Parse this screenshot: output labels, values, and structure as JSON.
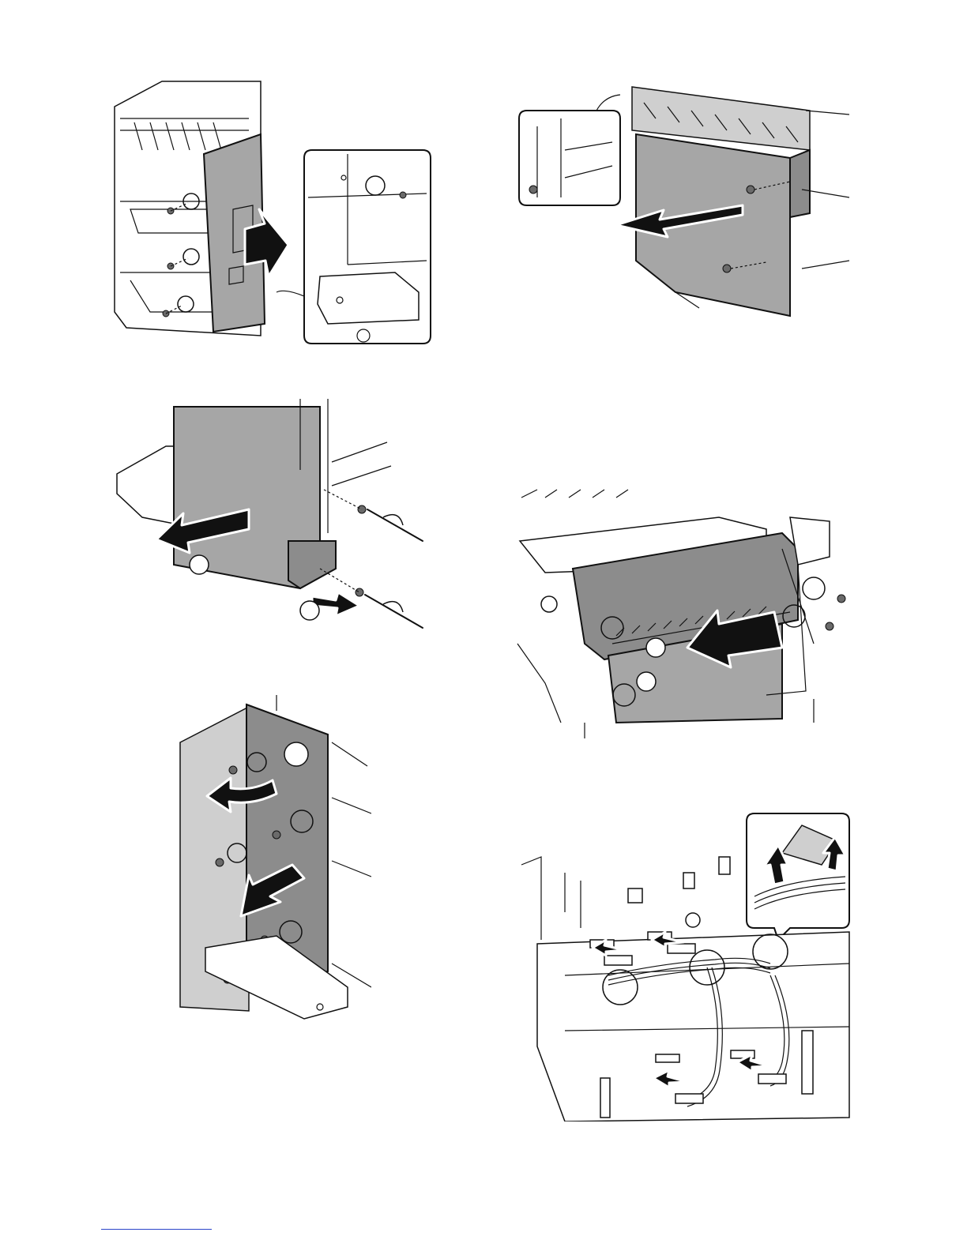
{
  "page": {
    "figures": [
      {
        "id": "fig-cabinet-side-cover",
        "icon": "cabinet-side-cover-removal-illustration"
      },
      {
        "id": "fig-top-cover",
        "icon": "top-cover-removal-illustration"
      },
      {
        "id": "fig-base-cover",
        "icon": "base-cover-removal-illustration",
        "labels": [
          "",
          ""
        ]
      },
      {
        "id": "fig-unit-install",
        "icon": "unit-insertion-illustration",
        "labels": [
          ""
        ]
      },
      {
        "id": "fig-inner-frame",
        "icon": "inner-frame-removal-illustration"
      },
      {
        "id": "fig-harness",
        "icon": "harness-connector-illustration"
      }
    ],
    "footer": {
      "rule_color": "#2b45c9"
    }
  }
}
